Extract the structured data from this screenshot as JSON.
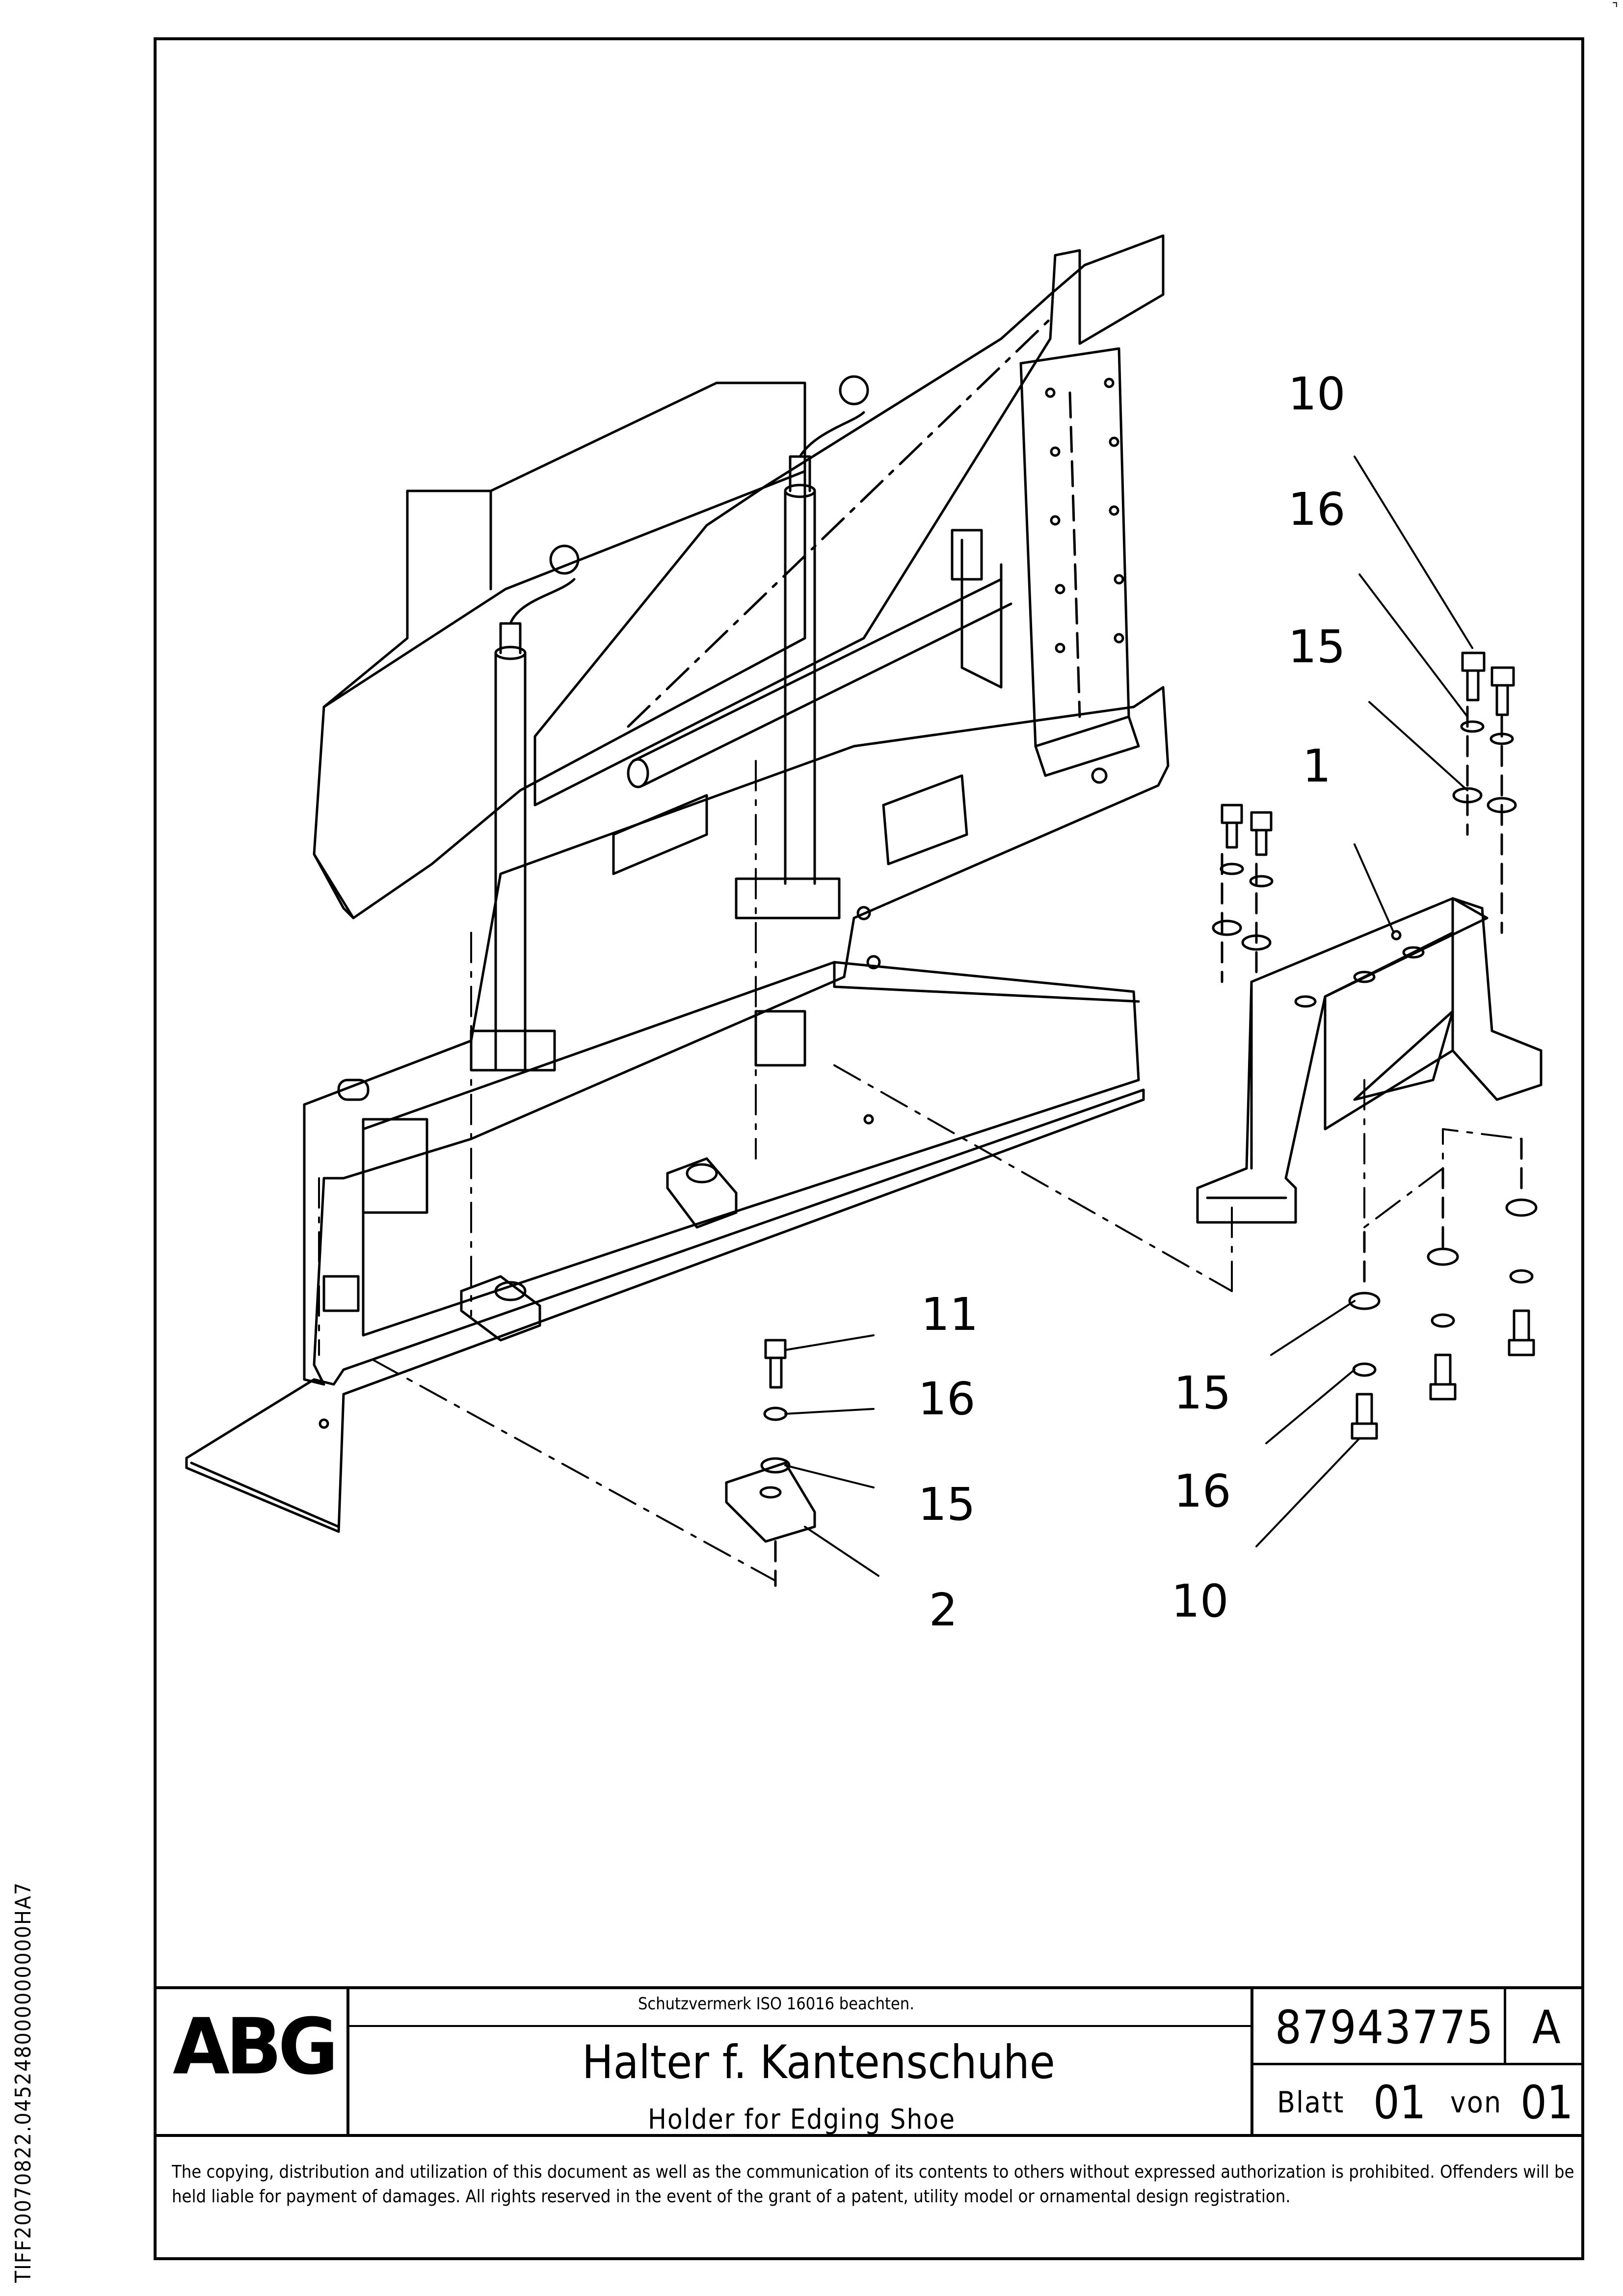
{
  "document": {
    "side_code": "TIFF20070822.045248000000000HA7",
    "callouts": {
      "upper_right": [
        "10",
        "16",
        "15",
        "1"
      ],
      "lower_left": [
        "11",
        "16",
        "15",
        "2"
      ],
      "lower_right": [
        "15",
        "16",
        "10"
      ]
    }
  },
  "title_block": {
    "logo_text": "ABG",
    "notice": "Schutzvermerk ISO 16016 beachten.",
    "title_de": "Halter f. Kantenschuhe",
    "title_en": "Holder for Edging Shoe",
    "drawing_number": "87943775",
    "revision": "A",
    "sheet_label": "Blatt",
    "sheet_number": "01",
    "of_label": "von",
    "of_number": "01"
  },
  "copyright": "The copying, distribution and utilization of this document as well as the communication of its contents to others without expressed authorization is prohibited. Offenders will be held liable for payment of damages. All rights reserved in the event of the grant of a patent, utility model or ornamental design registration."
}
